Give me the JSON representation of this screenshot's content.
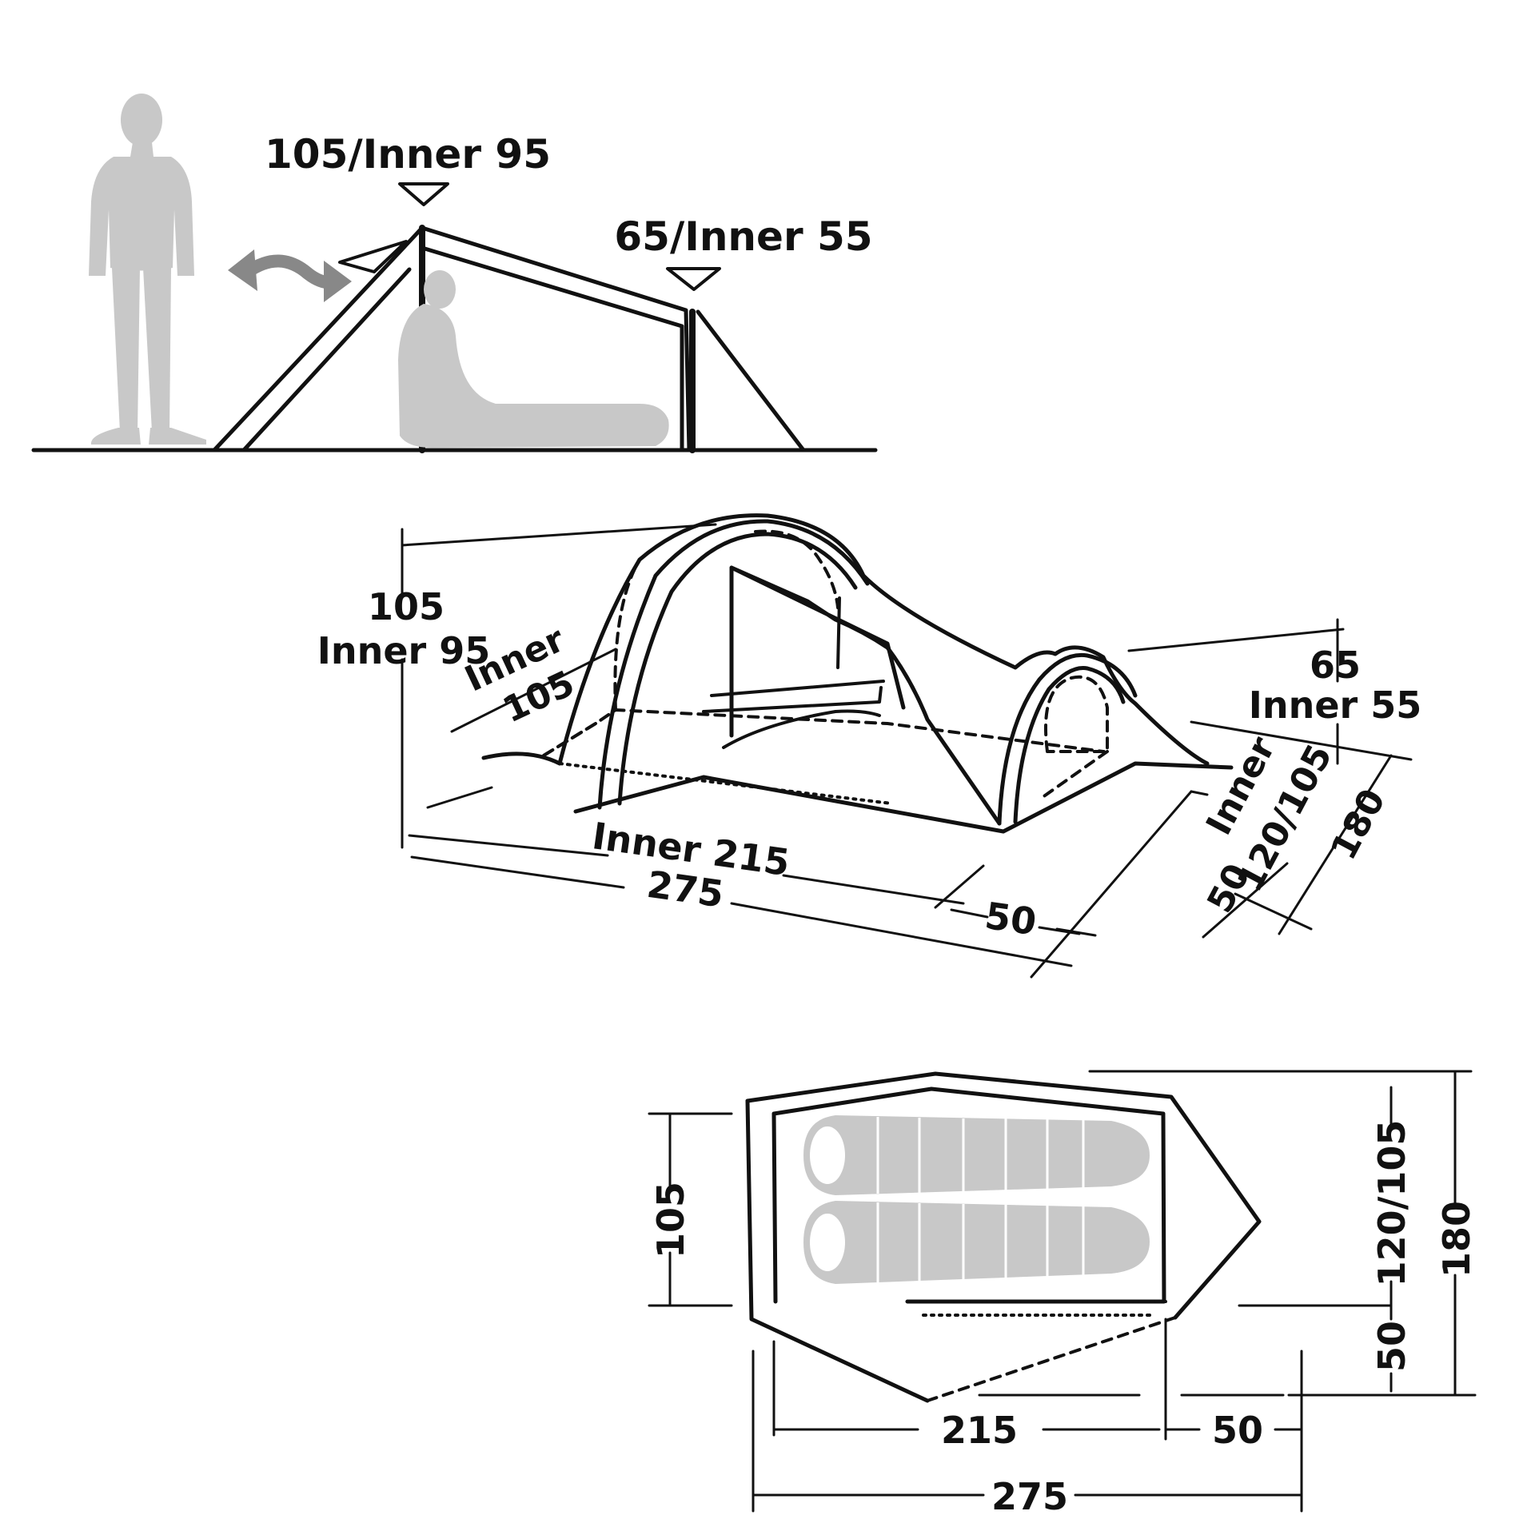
{
  "side_view": {
    "peak_label": "105/Inner 95",
    "rear_label": "65/Inner 55"
  },
  "perspective_view": {
    "front_height_outer": "105",
    "front_height_inner": "Inner 95",
    "front_width_title": "Inner",
    "front_width_value": "105",
    "rear_height_outer": "65",
    "rear_height_inner": "Inner 55",
    "rear_width_title": "Inner",
    "rear_width_value": "120/105",
    "total_width": "180",
    "vestibule_width": "50",
    "inner_length": "Inner 215",
    "total_length": "275",
    "vestibule_length": "50"
  },
  "floor_plan": {
    "left_height": "105",
    "inner_width": "120/105",
    "vestibule_width": "50",
    "total_width": "180",
    "inner_length": "215",
    "vestibule_length": "50",
    "total_length": "275"
  },
  "colors": {
    "line": "#111111",
    "silhouette": "#c8c8c8",
    "background": "#ffffff"
  }
}
